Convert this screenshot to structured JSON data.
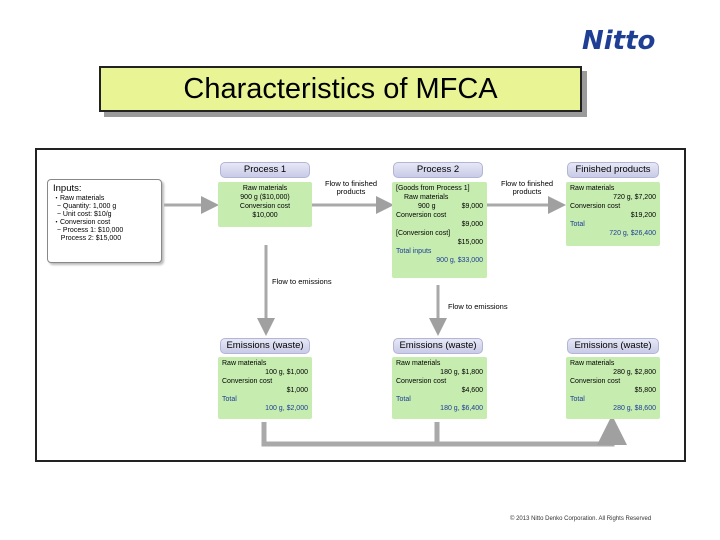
{
  "logo": "Nitto",
  "title": "Characteristics of MFCA",
  "footer": "© 2013 Nitto Denko Corporation. All Rights Reserved",
  "inputs": {
    "heading": "Inputs:",
    "lines": [
      "・Raw materials",
      "  − Quantity: 1,000 g",
      "  − Unit cost: $10/g",
      "・Conversion cost",
      "  − Process 1: $10,000",
      "    Process 2: $15,000"
    ]
  },
  "process1": {
    "header": "Process 1",
    "lines": [
      "Raw materials",
      "900 g ($10,000)",
      "Conversion cost",
      "$10,000"
    ]
  },
  "process2": {
    "header": "Process 2",
    "line1": "[Goods from Process 1]",
    "line2": "Raw materials",
    "line3_qty": "900 g",
    "line3_val": "$9,000",
    "line4": "Conversion cost",
    "line5": "$9,000",
    "line6": "[Conversion cost]",
    "line7": "$15,000",
    "total_label": "Total inputs",
    "total_val": "900 g, $33,000"
  },
  "finished": {
    "header": "Finished products",
    "raw_label": "Raw materials",
    "raw_val": "720 g, $7,200",
    "conv_label": "Conversion cost",
    "conv_val": "$19,200",
    "total_label": "Total",
    "total_val": "720 g, $26,400"
  },
  "flow_labels": {
    "flow1": "Flow to finished products",
    "flow2": "Flow to finished products",
    "emis1": "Flow to emissions",
    "emis2": "Flow to emissions"
  },
  "emissions": [
    {
      "header": "Emissions (waste)",
      "raw_label": "Raw materials",
      "raw_val": "100 g, $1,000",
      "conv_label": "Conversion cost",
      "conv_val": "$1,000",
      "total_label": "Total",
      "total_val": "100 g, $2,000"
    },
    {
      "header": "Emissions (waste)",
      "raw_label": "Raw materials",
      "raw_val": "180 g, $1,800",
      "conv_label": "Conversion cost",
      "conv_val": "$4,600",
      "total_label": "Total",
      "total_val": "180 g, $6,400"
    },
    {
      "header": "Emissions (waste)",
      "raw_label": "Raw materials",
      "raw_val": "280 g, $2,800",
      "conv_label": "Conversion cost",
      "conv_val": "$5,800",
      "total_label": "Total",
      "total_val": "280 g, $8,600"
    }
  ],
  "colors": {
    "title_bg": "#e9f595",
    "box_green": "#c6ecb0",
    "header_blue": "#c9cbe8",
    "logo": "#1f3f94",
    "arrow": "#a9a9a9"
  }
}
